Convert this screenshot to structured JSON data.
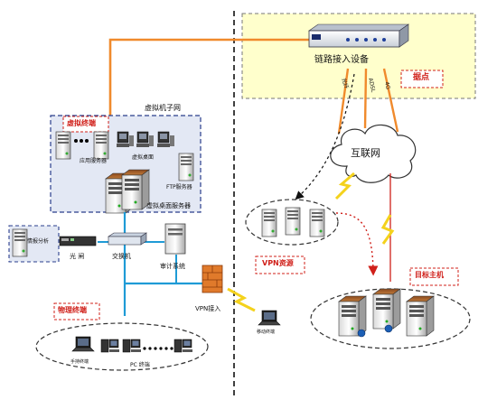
{
  "labels": {
    "link_device": "链路接入设备",
    "site": "据点",
    "isp_4g": "4G",
    "isp_adsl": "ADSL",
    "isp_fiber": "光纤",
    "internet": "互联网",
    "vm_subnet": "虚拟机子网",
    "virtual_terminal": "虚拟终端",
    "app_server": "应用服务器",
    "virtual_desktop": "虚拟桌面",
    "ftp_server": "FTP服务器",
    "vd_server": "虚拟桌面服务器",
    "intel_analysis": "情报分析",
    "optical_gate": "光 闸",
    "switch": "交换机",
    "audit_system": "审计系统",
    "vpn_access": "VPN接入",
    "mobile_terminal": "移动终端",
    "physical_terminal": "物理终端",
    "handheld_terminal": "手持终端",
    "pc_terminal": "PC 终端",
    "vpn_resource": "VPN资源",
    "target_host": "目标主机"
  },
  "colors": {
    "orange_link": "#f08a2c",
    "cyan_link": "#1f9bd6",
    "yellow_site_bg": "#ffffcc",
    "blue_subnet_bg": "#e3e8f4",
    "accent_red": "#d0201a"
  },
  "icons": [
    "server-icon",
    "rack-server-icon",
    "desktop-icon",
    "laptop-icon",
    "router-icon",
    "switch-icon",
    "firewall-icon",
    "cloud-icon",
    "lightning-icon",
    "globe-icon"
  ]
}
